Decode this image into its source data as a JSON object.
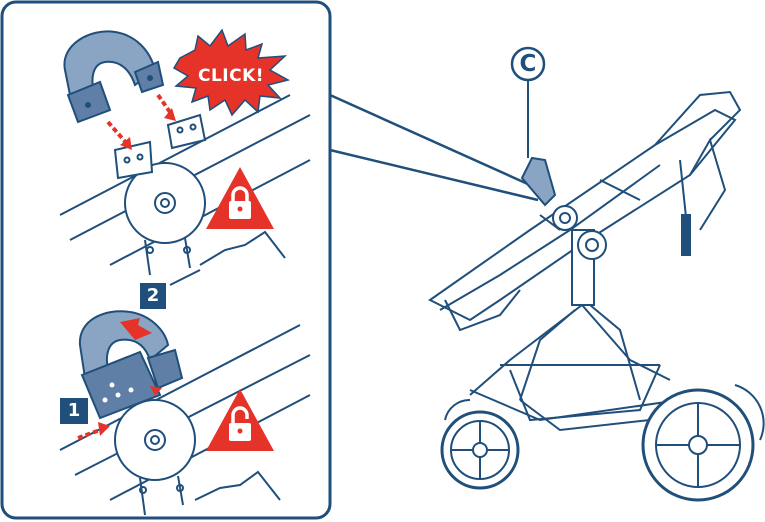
{
  "callout_label": "C",
  "click_label": "CLICK!",
  "steps": [
    "1",
    "2"
  ],
  "colors": {
    "line": "#1f4f7a",
    "part_fill": "#8aa4c4",
    "part_dark": "#5f7fa6",
    "warning_red": "#e6332a",
    "arrow_red": "#e6332a",
    "step_badge": "#1f4f7a"
  },
  "icons": [
    "lock-warning-icon",
    "click-burst-icon",
    "red-dashed-arrow-icon"
  ]
}
